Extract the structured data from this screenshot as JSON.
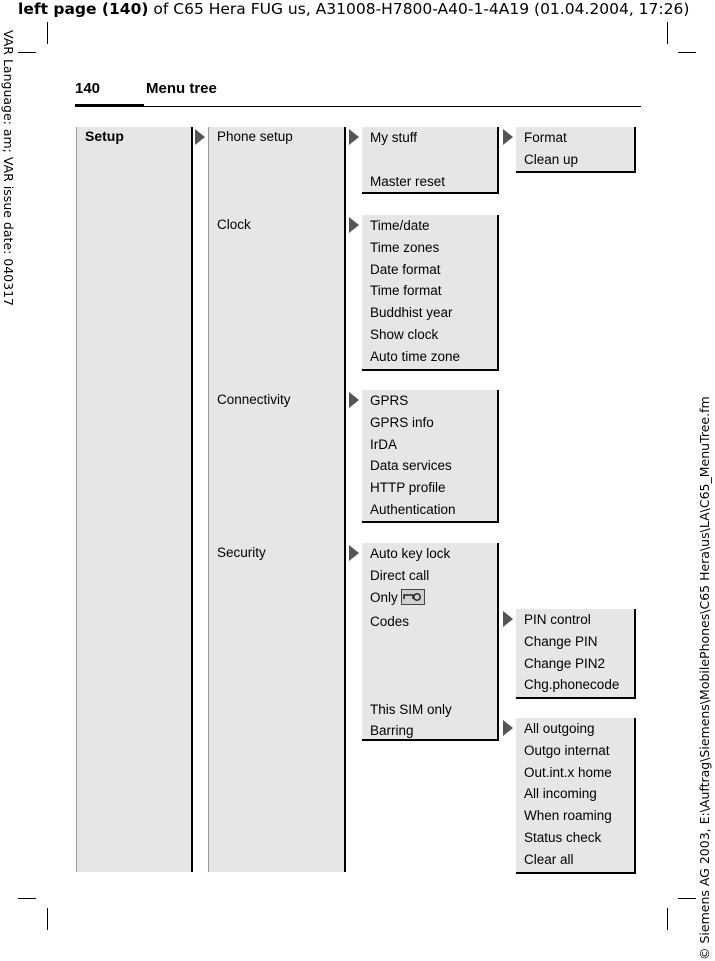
{
  "header": {
    "bold": "left page (140)",
    "rest": " of C65 Hera FUG us, A31008-H7800-A40-1-4A19 (01.04.2004, 17:26)"
  },
  "side_left": "VAR Language: am; VAR issue date: 040317",
  "side_right": "© Siemens AG 2003, E:\\Auftrag\\Siemens\\MobilePhones\\C65 Hera\\us\\LA\\C65_MenuTree.fm",
  "page": {
    "number": "140",
    "title": "Menu tree"
  },
  "menu": {
    "root": "Setup",
    "level1": [
      "Phone setup",
      "Clock",
      "Connectivity",
      "Security"
    ],
    "phone_setup": [
      "My stuff",
      "",
      "Master reset"
    ],
    "my_stuff": [
      "Format",
      "Clean up"
    ],
    "clock": [
      "Time/date",
      "Time zones",
      "Date format",
      "Time format",
      "Buddhist year",
      "Show clock",
      "Auto time zone"
    ],
    "connectivity": [
      "GPRS",
      "GPRS info",
      "IrDA",
      "Data services",
      "HTTP profile",
      "Authentication"
    ],
    "security": [
      "Auto key lock",
      "Direct call",
      "Only",
      "Codes",
      "",
      "",
      "",
      "This SIM only",
      "Barring"
    ],
    "codes": [
      "PIN control",
      "Change PIN",
      "Change PIN2",
      "Chg.phonecode"
    ],
    "barring": [
      "All outgoing",
      "Outgo internat",
      "Out.int.x home",
      "All incoming",
      "When roaming",
      "Status check",
      "Clear all"
    ]
  }
}
